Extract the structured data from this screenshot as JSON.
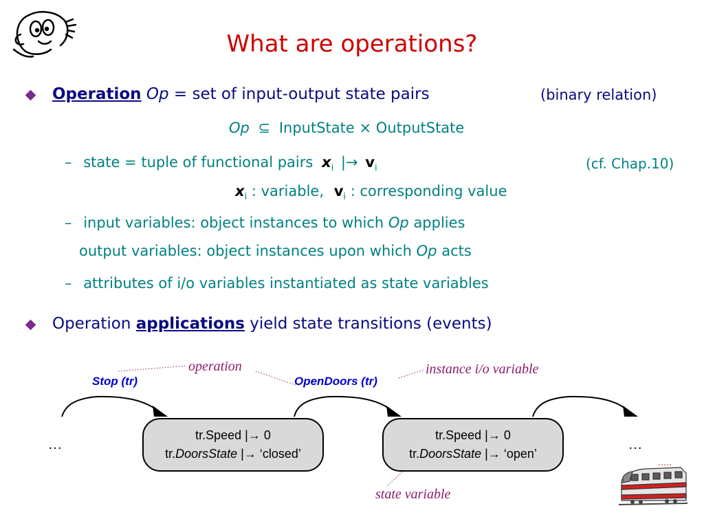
{
  "title": "What are operations?",
  "bullet1": {
    "term": "Operation",
    "symbol": "Op",
    "equals": "=",
    "definition": "set of input-output state pairs",
    "note": "(binary relation)"
  },
  "formula": {
    "op": "Op",
    "subset_symbol": "⊆",
    "input": "InputState",
    "times": "×",
    "output": "OutputState"
  },
  "sub1": {
    "dash": "–",
    "text": "state =  tuple of functional pairs",
    "x": "x",
    "sub_i": "i",
    "mapsto": "|→",
    "v": "v",
    "ref": "(cf. Chap.10)"
  },
  "sub1b": {
    "x": "x",
    "sub_i": "i",
    "var_text": ": variable,",
    "v": "v",
    "val_text": ": corresponding value"
  },
  "sub2": {
    "dash": "–",
    "line1_a": "input variables:  object instances to which",
    "line1_op": "Op",
    "line1_b": "applies",
    "line2_a": "output variables:  object instances upon which",
    "line2_op": "Op",
    "line2_b": "acts"
  },
  "sub3": {
    "dash": "–",
    "text": "attributes of i/o variables instantiated as  state variables"
  },
  "bullet2": {
    "a": "Operation",
    "term": "applications",
    "b": "yield state transitions  (events)"
  },
  "diagram": {
    "annot_operation": "operation",
    "annot_instance": "instance i/o variable",
    "annot_state_var": "state variable",
    "event1": "Stop (tr)",
    "event2": "OpenDoors (tr)",
    "ellipsis_left": "…",
    "ellipsis_right": "…",
    "state1": {
      "line1": "tr.Speed |→ 0",
      "line2_a": "tr.",
      "line2_attr": "DoorsState",
      "line2_b": " |→ ‘closed’"
    },
    "state2": {
      "line1": "tr.Speed |→ 0",
      "line2_a": "tr.",
      "line2_attr": "DoorsState",
      "line2_b": " |→ ‘open’"
    }
  },
  "icons": [
    "cartoon-face-icon",
    "train-icon",
    "diamond-bullet-icon"
  ]
}
